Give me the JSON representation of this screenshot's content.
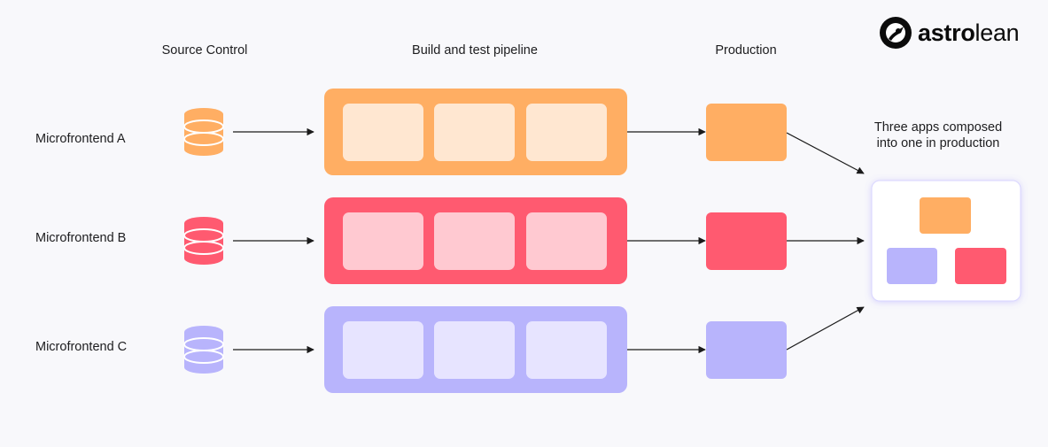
{
  "logo": {
    "part_bold": "astro",
    "part_regular": "lean"
  },
  "columns": {
    "source": "Source Control",
    "pipeline": "Build and test pipeline",
    "production": "Production"
  },
  "rows": [
    {
      "label": "Microfrontend A",
      "color": "#ffae63",
      "stage_color": "#ffe7d1"
    },
    {
      "label": "Microfrontend B",
      "color": "#ff5a70",
      "stage_color": "#ffc9d1"
    },
    {
      "label": "Microfrontend C",
      "color": "#b8b4fc",
      "stage_color": "#e7e4ff"
    }
  ],
  "composed": {
    "label_line1": "Three apps composed",
    "label_line2": "into one in production"
  },
  "colors": {
    "arrow": "#1b1b1b",
    "background": "#f8f8fb"
  }
}
